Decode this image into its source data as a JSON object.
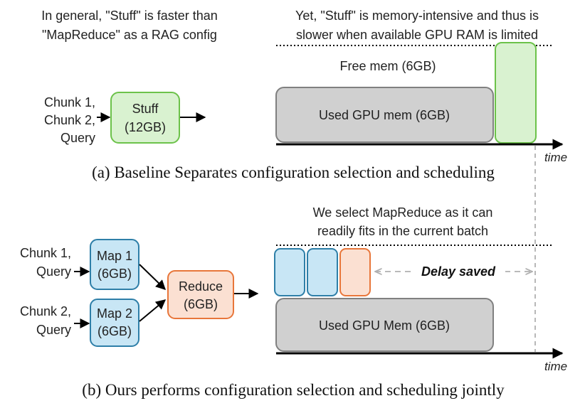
{
  "top": {
    "left_note": {
      "line1": "In general, \"Stuff\" is faster than",
      "line2": "\"MapReduce\" as a RAG config"
    },
    "right_note": {
      "line1": "Yet, \"Stuff\" is memory-intensive and thus is",
      "line2": "slower when available GPU RAM is limited"
    },
    "inputs": {
      "line1": "Chunk 1,",
      "line2": "Chunk 2,",
      "line3": "Query"
    },
    "stuff_box": {
      "line1": "Stuff",
      "line2": "(12GB)"
    },
    "free_mem": "Free mem (6GB)",
    "used_mem": "Used GPU mem (6GB)",
    "time_label": "time",
    "caption": "(a) Baseline Separates configuration selection and scheduling"
  },
  "bottom": {
    "note": {
      "line1": "We select MapReduce as it can",
      "line2": "readily fits in the current batch"
    },
    "input1": {
      "line1": "Chunk 1,",
      "line2": "Query"
    },
    "input2": {
      "line1": "Chunk 2,",
      "line2": "Query"
    },
    "map1": {
      "line1": "Map 1",
      "line2": "(6GB)"
    },
    "map2": {
      "line1": "Map 2",
      "line2": "(6GB)"
    },
    "reduce": {
      "line1": "Reduce",
      "line2": "(6GB)"
    },
    "delay_saved": "Delay saved",
    "used_mem": "Used GPU Mem (6GB)",
    "time_label": "time",
    "caption": "(b) Ours performs configuration selection and scheduling jointly"
  },
  "colors": {
    "green_fill": "#d9f2d0",
    "green_stroke": "#6cc24a",
    "blue_fill": "#c8e6f5",
    "blue_stroke": "#2e7fa8",
    "orange_fill": "#fbe0d2",
    "orange_stroke": "#e8763a",
    "gray_fill": "#d0d0d0",
    "gray_stroke": "#808080"
  }
}
